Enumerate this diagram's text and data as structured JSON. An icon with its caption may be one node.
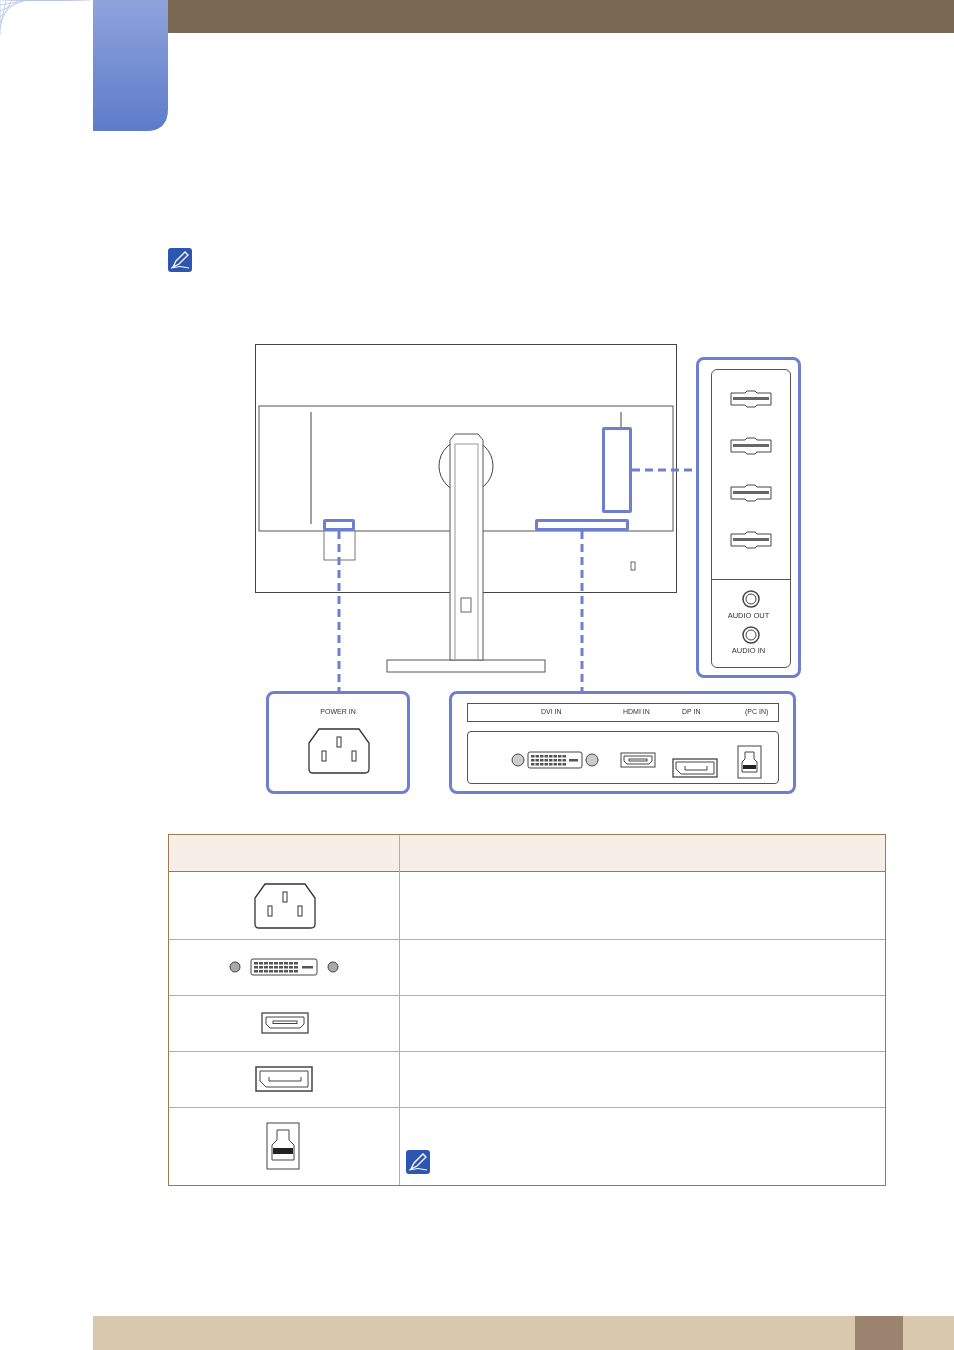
{
  "diagram": {
    "nodes": [
      {
        "text": [],
        "shape": "box"
      },
      {
        "text": [],
        "shape": "box"
      },
      {
        "text": [],
        "shape": "box"
      },
      {
        "text": [
          "POWER IN"
        ]
      },
      {
        "text": [
          "DVI IN",
          "HDMI IN",
          "DP IN",
          "(PC IN)"
        ]
      },
      {
        "text": [
          "AUDIO OUT",
          "AUDIO IN"
        ]
      }
    ],
    "edges": [
      {
        "from": 0,
        "to": 3,
        "arrow": "none",
        "style": "dashed",
        "color": "#6f7fcf"
      },
      {
        "from": 1,
        "to": 4,
        "arrow": "none",
        "style": "dashed",
        "color": "#6f7fcf"
      },
      {
        "from": 2,
        "to": 5,
        "arrow": "none",
        "style": "dashed",
        "color": "#6f7fcf"
      }
    ]
  }
}
